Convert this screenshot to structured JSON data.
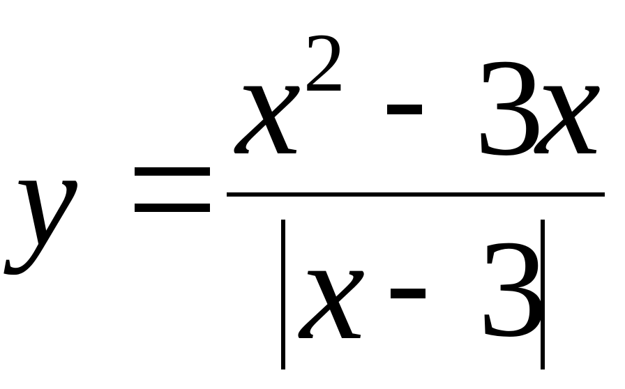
{
  "formula": {
    "lhs": {
      "variable": "y"
    },
    "relation": "=",
    "numerator": {
      "term1_base": "x",
      "term1_exponent": "2",
      "operator": "-",
      "term2_coefficient": "3",
      "term2_variable": "x"
    },
    "denominator": {
      "variable": "x",
      "operator": "-",
      "constant": "3",
      "wrapper": "absolute-value"
    }
  }
}
